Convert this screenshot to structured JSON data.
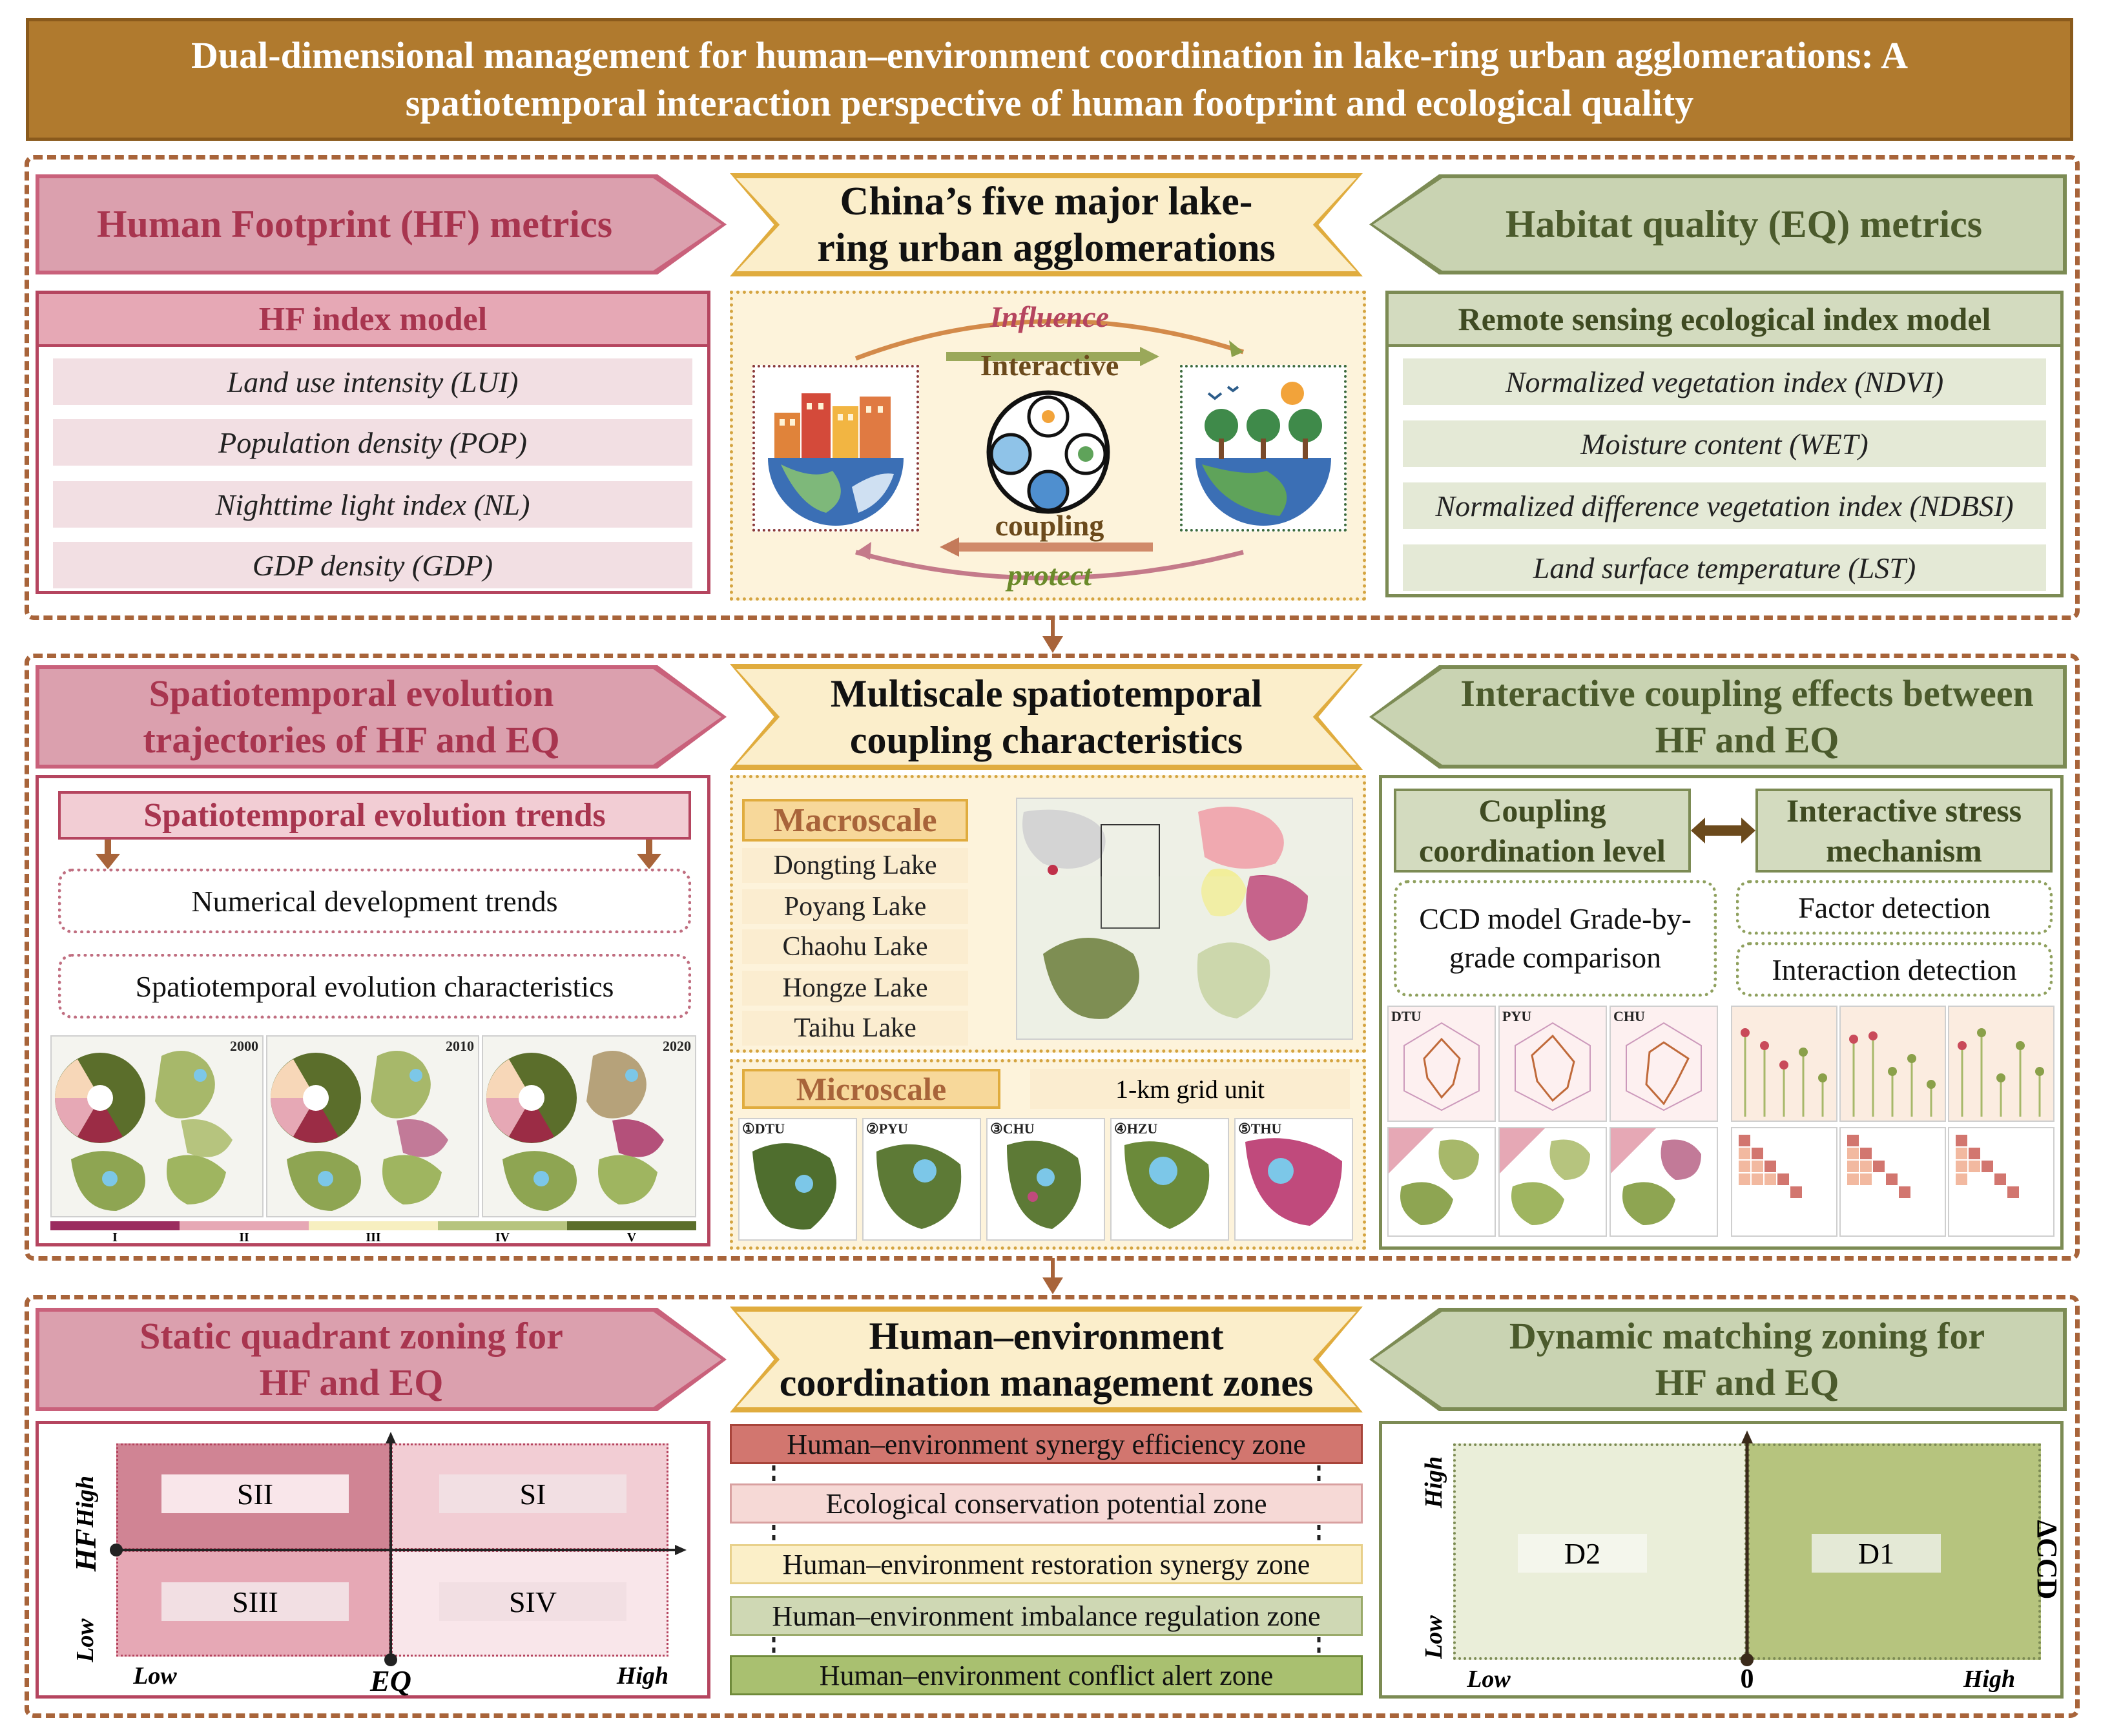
{
  "title": "Dual-dimensional management for human–environment coordination in lake-ring urban agglomerations: A spatiotemporal interaction perspective of human footprint and ecological quality",
  "row1": {
    "left_arrow": "Human Footprint (HF) metrics",
    "center_chevron": "China’s five major lake-ring urban agglomerations",
    "right_arrow": "Habitat quality (EQ) metrics",
    "hf_panel": {
      "header": "HF index model",
      "items": [
        "Land use intensity (LUI)",
        "Population density (POP)",
        "Nighttime light index (NL)",
        "GDP density (GDP)"
      ]
    },
    "eq_panel": {
      "header": "Remote sensing ecological index model",
      "items": [
        "Normalized vegetation index (NDVI)",
        "Moisture content (WET)",
        "Normalized difference vegetation index (NDBSI)",
        "Land surface temperature (LST)"
      ]
    },
    "center": {
      "influence": "Influence",
      "interactive": "Interactive",
      "coupling": "coupling",
      "protect": "protect"
    }
  },
  "row2": {
    "left_arrow": "Spatiotemporal evolution trajectories of HF and EQ",
    "center_chevron": "Multiscale spatiotemporal coupling characteristics",
    "right_arrow": "Interactive coupling effects between HF and EQ",
    "trends": {
      "header": "Spatiotemporal evolution trends",
      "items": [
        "Numerical development trends",
        "Spatiotemporal evolution characteristics"
      ],
      "years": [
        "2000",
        "2010",
        "2020"
      ],
      "legend": [
        "I",
        "II",
        "III",
        "IV",
        "V"
      ]
    },
    "macroscale": {
      "label": "Macroscale",
      "lakes": [
        "Dongting Lake",
        "Poyang Lake",
        "Chaohu Lake",
        "Hongze Lake",
        "Taihu Lake"
      ]
    },
    "microscale": {
      "label": "Microscale",
      "grid": "1-km grid unit",
      "maps": [
        "①DTU",
        "②PYU",
        "③CHU",
        "④HZU",
        "⑤THU"
      ]
    },
    "coupling": {
      "left_header": "Coupling coordination level",
      "right_header": "Interactive stress mechanism",
      "ccd": "CCD model Grade-by-grade comparison",
      "factor": "Factor detection",
      "interaction": "Interaction detection",
      "radar_labels": [
        "DTU",
        "PYU",
        "CHU"
      ]
    }
  },
  "row3": {
    "left_arrow": "Static quadrant zoning for HF and EQ",
    "center_chevron": "Human–environment coordination management zones",
    "right_arrow": "Dynamic matching zoning for HF and EQ",
    "static": {
      "quadrants": [
        "SII",
        "SI",
        "SIII",
        "SIV"
      ],
      "y_axis": "HF",
      "x_axis": "EQ",
      "high": "High",
      "low": "Low"
    },
    "zones": [
      "Human–environment synergy efficiency zone",
      "Ecological conservation potential zone",
      "Human–environment restoration synergy zone",
      "Human–environment imbalance regulation zone",
      "Human–environment conflict alert zone"
    ],
    "zone_colors": [
      "#d2766f",
      "#f6d9d6",
      "#fbefc8",
      "#cfd8b4",
      "#a9c070"
    ],
    "dynamic": {
      "quadrants": [
        "D2",
        "D1"
      ],
      "axis": "ΔCCD",
      "zero": "0",
      "high": "High",
      "low": "Low"
    }
  }
}
